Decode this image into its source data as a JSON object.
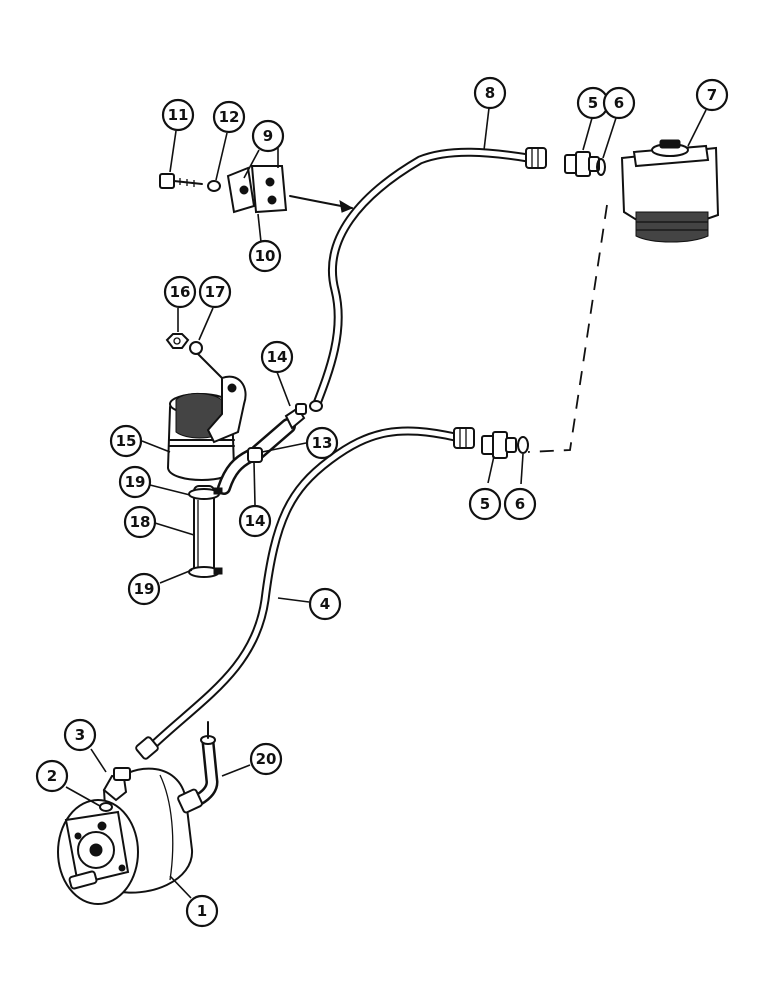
{
  "callouts": [
    {
      "label": "1"
    },
    {
      "label": "2"
    },
    {
      "label": "3"
    },
    {
      "label": "4"
    },
    {
      "label": "5"
    },
    {
      "label": "5"
    },
    {
      "label": "6"
    },
    {
      "label": "6"
    },
    {
      "label": "7"
    },
    {
      "label": "8"
    },
    {
      "label": "9"
    },
    {
      "label": "10"
    },
    {
      "label": "11"
    },
    {
      "label": "12"
    },
    {
      "label": "13"
    },
    {
      "label": "14"
    },
    {
      "label": "14"
    },
    {
      "label": "15"
    },
    {
      "label": "16"
    },
    {
      "label": "17"
    },
    {
      "label": "18"
    },
    {
      "label": "19"
    },
    {
      "label": "19"
    },
    {
      "label": "20"
    }
  ]
}
